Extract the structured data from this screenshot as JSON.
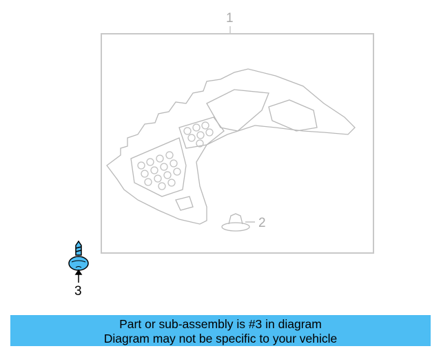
{
  "diagram": {
    "callouts": [
      {
        "number": "1",
        "part": "shield"
      },
      {
        "number": "2",
        "part": "clip"
      },
      {
        "number": "3",
        "part": "bolt"
      }
    ],
    "highlighted_part": "3",
    "highlight_color": "#4dbdf3"
  },
  "banner": {
    "line1": "Part or sub-assembly is #3 in diagram",
    "line2": "Diagram may not be specific to your vehicle",
    "color": "#4dbdf3"
  }
}
